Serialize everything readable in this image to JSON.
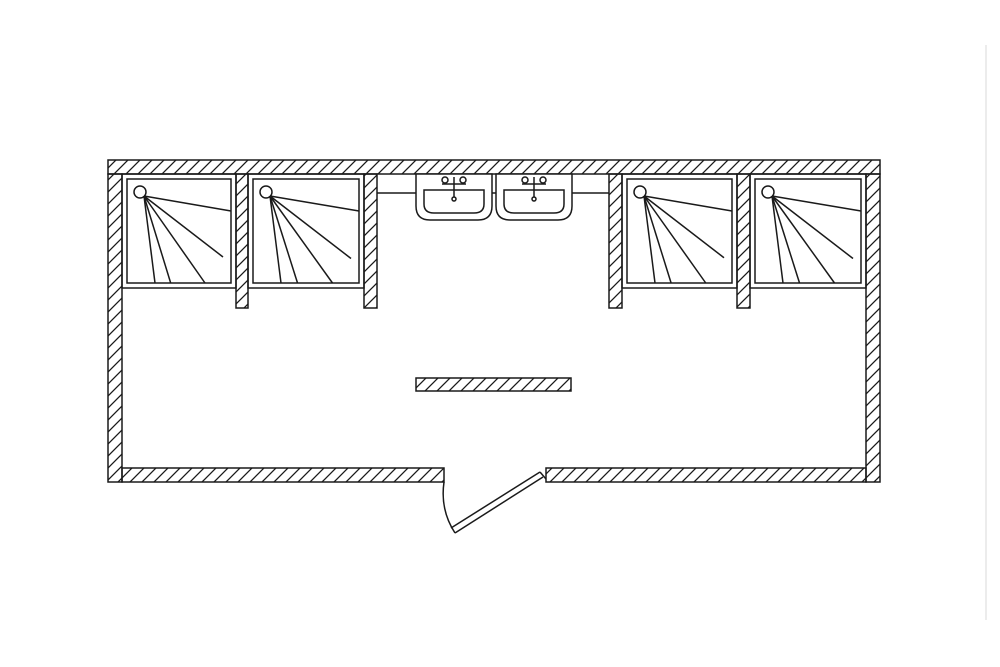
{
  "diagram": {
    "kind": "floor-plan",
    "stroke_color": "#1a1a1a",
    "background_color": "#ffffff",
    "edge_line_color": "#d8d8d8",
    "fixtures": {
      "shower_count": 4,
      "sink_count": 2,
      "door_count": 1,
      "partition_count": 1
    }
  }
}
